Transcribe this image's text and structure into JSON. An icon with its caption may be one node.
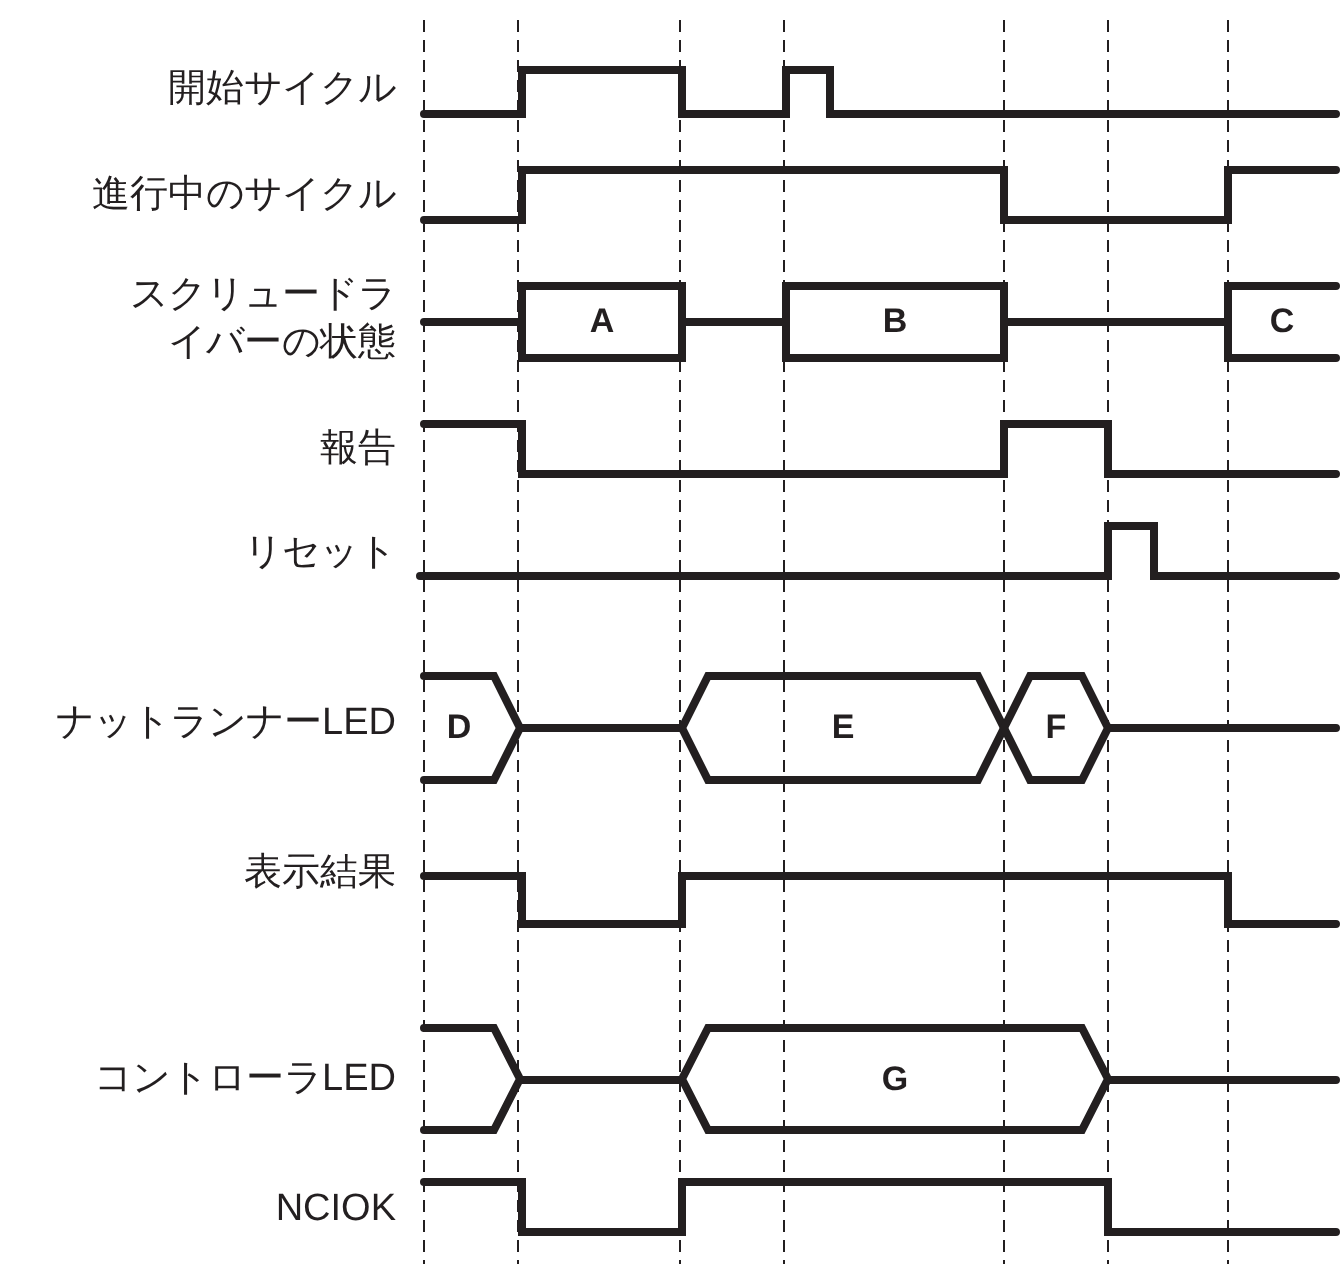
{
  "diagram": {
    "nodes": [
      {
        "text": [
          "A"
        ]
      },
      {
        "text": [
          "B"
        ]
      },
      {
        "text": [
          "C"
        ]
      },
      {
        "text": [
          "D"
        ]
      },
      {
        "text": [
          "E"
        ]
      },
      {
        "text": [
          "F"
        ]
      },
      {
        "text": [],
        "shape": "box"
      },
      {
        "text": [
          "G"
        ]
      }
    ],
    "labels": [
      "開始サイクル",
      "進行中のサイクル",
      "スクリュードライバーの状態",
      "報告",
      "リセット",
      "ナットランナーLED",
      "表示結果",
      "コントローラLED",
      "NCIOK"
    ]
  }
}
